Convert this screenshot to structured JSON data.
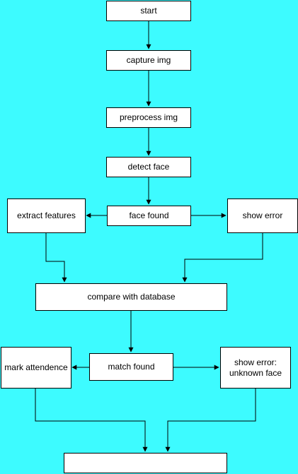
{
  "colors": {
    "background": "#3dfbff",
    "node_fill": "#ffffff",
    "stroke": "#000000"
  },
  "nodes": {
    "start": "start",
    "capture": "capture img",
    "preprocess": "preprocess img",
    "detect": "detect face",
    "face_found": "face found",
    "extract": "extract features",
    "show_error": "show error",
    "compare": "compare with database",
    "match_found": "match found",
    "mark": "mark attendence",
    "unknown": "show error:\nunknown face",
    "end": ""
  }
}
